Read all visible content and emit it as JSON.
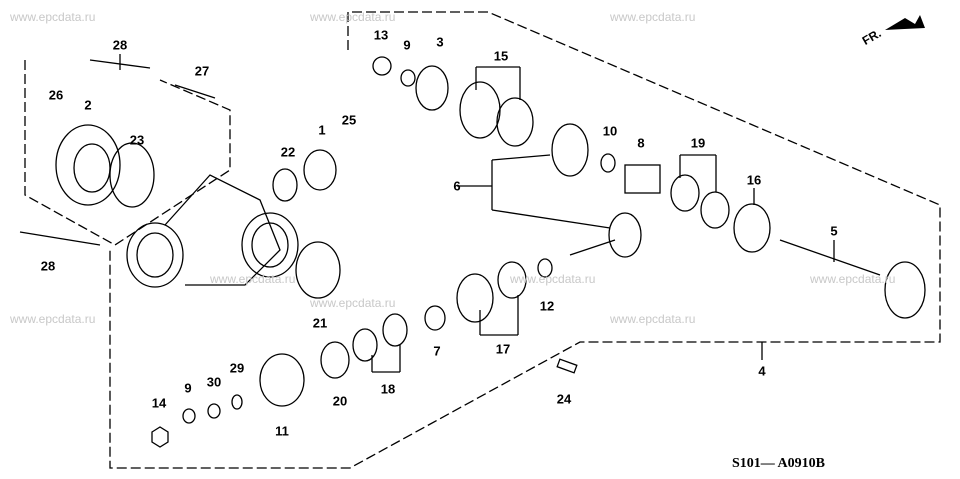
{
  "watermark": "www.epcdata.ru",
  "diagram_code": "S101— A0910B",
  "direction_label": "FR.",
  "callouts": [
    "28",
    "27",
    "26",
    "2",
    "23",
    "28",
    "13",
    "9",
    "3",
    "15",
    "1",
    "25",
    "22",
    "10",
    "8",
    "19",
    "16",
    "5",
    "6",
    "21",
    "12",
    "7",
    "17",
    "18",
    "20",
    "29",
    "30",
    "9",
    "14",
    "11",
    "24",
    "4"
  ]
}
